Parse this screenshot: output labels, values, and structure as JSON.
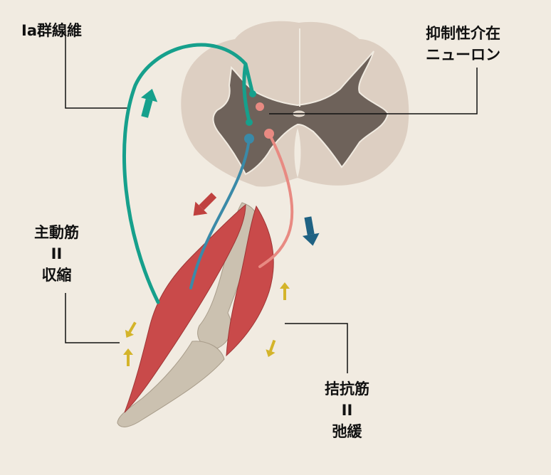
{
  "labels": {
    "ia_fiber": "Ia群線維",
    "inhibitory_1": "抑制性介在",
    "inhibitory_2": "ニューロン",
    "agonist_1": "主動筋",
    "agonist_eq": "II",
    "agonist_2": "収縮",
    "antagonist_1": "拮抗筋",
    "antagonist_eq": "II",
    "antagonist_2": "弛緩"
  },
  "colors": {
    "background": "#f1ebe1",
    "white_matter": "#ddcfc2",
    "grey_matter": "#6e625a",
    "ia_fiber": "#16a08c",
    "motor_neuron": "#3a8aa8",
    "inhibitory": "#e88a82",
    "arrow_red": "#c0413f",
    "arrow_blue": "#1f6283",
    "arrow_yellow": "#d4b42a",
    "muscle": "#c94a4a",
    "bone": "#cbc1b0"
  }
}
